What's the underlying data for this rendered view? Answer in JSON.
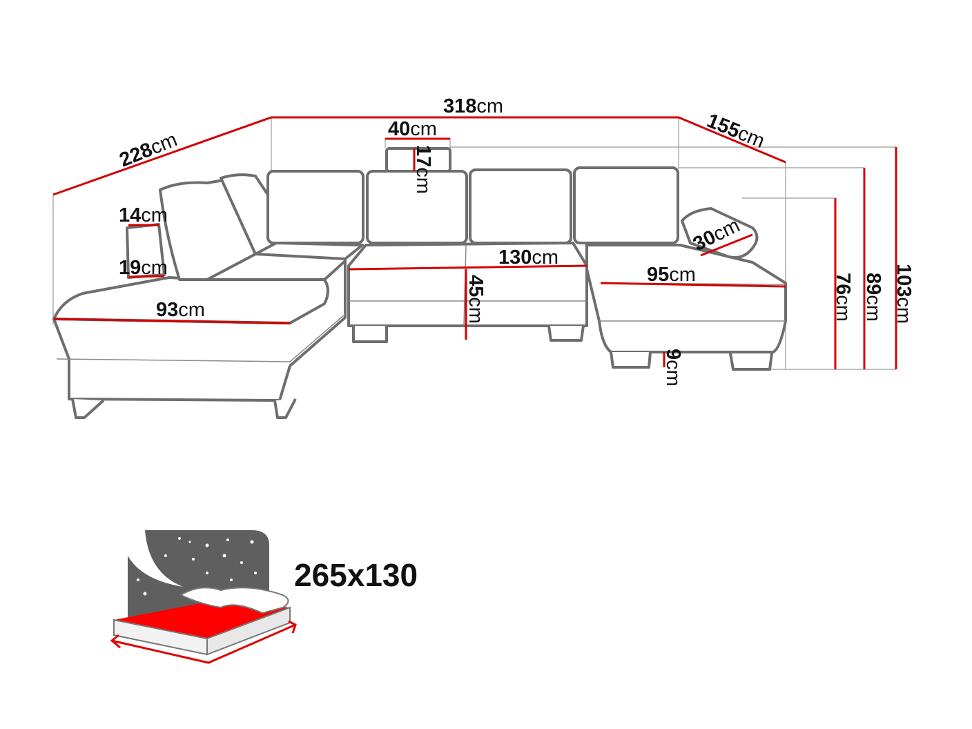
{
  "dimensions": {
    "total_width": {
      "value": "318",
      "unit": "cm"
    },
    "left_depth": {
      "value": "228",
      "unit": "cm"
    },
    "right_depth": {
      "value": "155",
      "unit": "cm"
    },
    "headrest_width": {
      "value": "40",
      "unit": "cm"
    },
    "headrest_height": {
      "value": "17",
      "unit": "cm"
    },
    "armrest_top": {
      "value": "14",
      "unit": "cm"
    },
    "armrest_bottom": {
      "value": "19",
      "unit": "cm"
    },
    "chaise_left_depth": {
      "value": "93",
      "unit": "cm"
    },
    "middle_width": {
      "value": "130",
      "unit": "cm"
    },
    "seat_height": {
      "value": "45",
      "unit": "cm"
    },
    "chaise_right_depth": {
      "value": "95",
      "unit": "cm"
    },
    "armrest_right": {
      "value": "30",
      "unit": "cm"
    },
    "leg_height": {
      "value": "9",
      "unit": "cm"
    },
    "back_height": {
      "value": "76",
      "unit": "cm"
    },
    "cushion_height": {
      "value": "89",
      "unit": "cm"
    },
    "headrest_total_height": {
      "value": "103",
      "unit": "cm"
    }
  },
  "sleeping_area": "265x130",
  "colors": {
    "dimension_line": "#d40000",
    "outline": "#6e6e6e",
    "bed_sheet": "#ff0000",
    "night_sky": "#5f5f5f"
  },
  "icons": {
    "bed": "bed-with-night-sky-icon"
  }
}
